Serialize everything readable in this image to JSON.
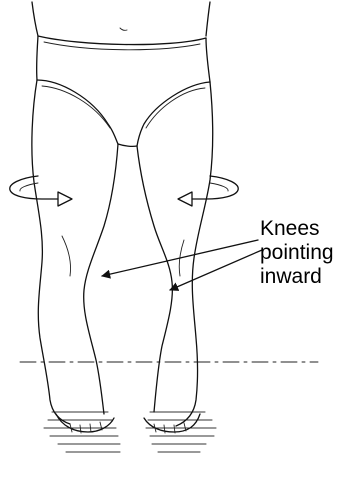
{
  "figure": {
    "label_lines": [
      "Knees",
      "pointing",
      "inward"
    ],
    "colors": {
      "ink": "#111111",
      "background": "#ffffff"
    },
    "icon_names": [
      "rotation-arrow-icon"
    ]
  }
}
